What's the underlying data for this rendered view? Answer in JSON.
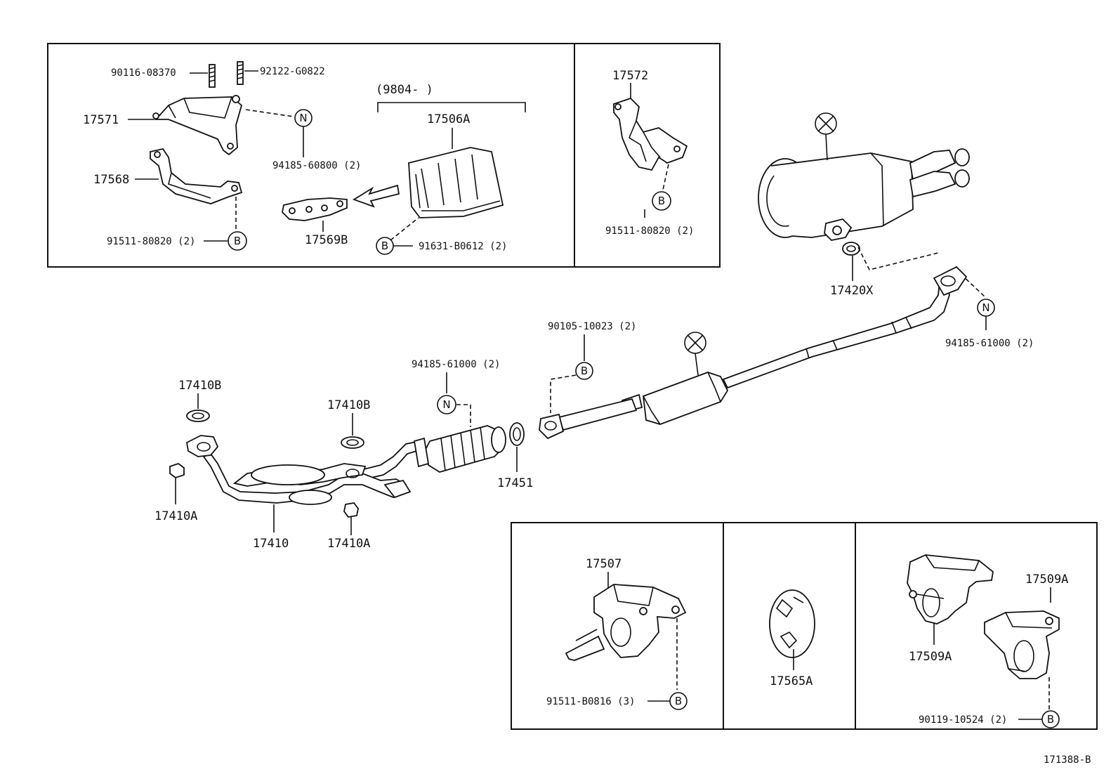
{
  "doc_ref": "171388-B",
  "panel_top_left": {
    "date_code": "(9804-      )",
    "labels": {
      "p90116": "90116-08370",
      "p92122": "92122-G0822",
      "p17571": "17571",
      "p17568": "17568",
      "p94185a": "94185-60800 (2)",
      "p91511a": "91511-80820 (2)",
      "p17506A": "17506A",
      "p17569B": "17569B",
      "p91631": "91631-B0612 (2)"
    }
  },
  "panel_top_mid": {
    "labels": {
      "p17572": "17572",
      "p91511b": "91511-80820 (2)"
    }
  },
  "main": {
    "labels": {
      "p17420X": "17420X",
      "p94185b": "94185-61000 (2)",
      "p90105": "90105-10023 (2)",
      "p94185c": "94185-61000 (2)",
      "p17410B_1": "17410B",
      "p17410B_2": "17410B",
      "p17410A_1": "17410A",
      "p17410": "17410",
      "p17410A_2": "17410A",
      "p17451": "17451"
    }
  },
  "panel_bottom": {
    "labels": {
      "p17507": "17507",
      "p91511c": "91511-B0816 (3)",
      "p17565A": "17565A",
      "p17509A_1": "17509A",
      "p17509A_2": "17509A",
      "p90119": "90119-10524 (2)"
    }
  },
  "markers": {
    "B": "B",
    "N": "N"
  }
}
